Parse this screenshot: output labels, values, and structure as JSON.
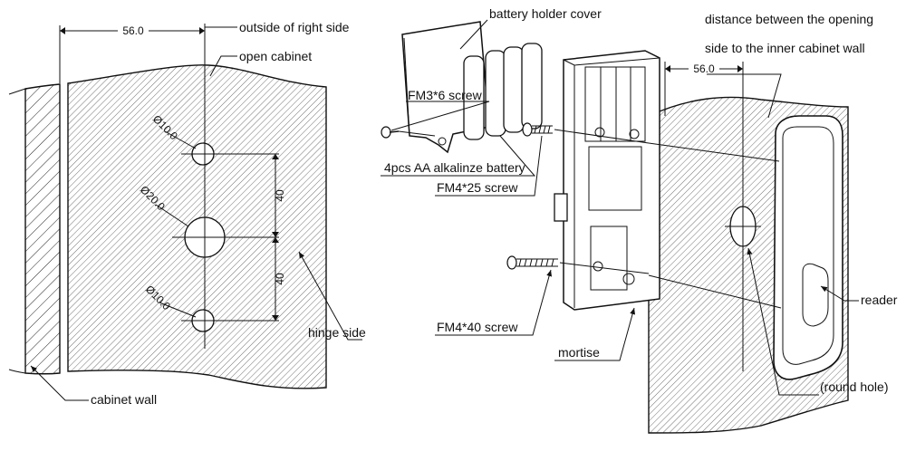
{
  "left_view": {
    "labels": {
      "outside_right_side": "outside of right side",
      "open_cabinet": "open cabinet",
      "hinge_side": "hinge side",
      "cabinet_wall": "cabinet wall"
    },
    "dimensions": {
      "width": "56.0",
      "spacing_upper": "40",
      "spacing_lower": "40",
      "hole_top": "Ø10.0",
      "hole_middle": "Ø20.0",
      "hole_bottom": "Ø10.0"
    }
  },
  "right_view": {
    "labels": {
      "battery_holder_cover": "battery holder cover",
      "distance_line1": "distance between the opening",
      "distance_line2": "side to the inner cabinet wall",
      "fm3_screw": "FM3*6 screw",
      "battery": "4pcs AA alkalinze battery",
      "fm4_25_screw": "FM4*25 screw",
      "fm4_40_screw": "FM4*40 screw",
      "mortise": "mortise",
      "reader": "reader",
      "round_hole": "(round hole)"
    },
    "dimensions": {
      "width": "56.0"
    }
  }
}
